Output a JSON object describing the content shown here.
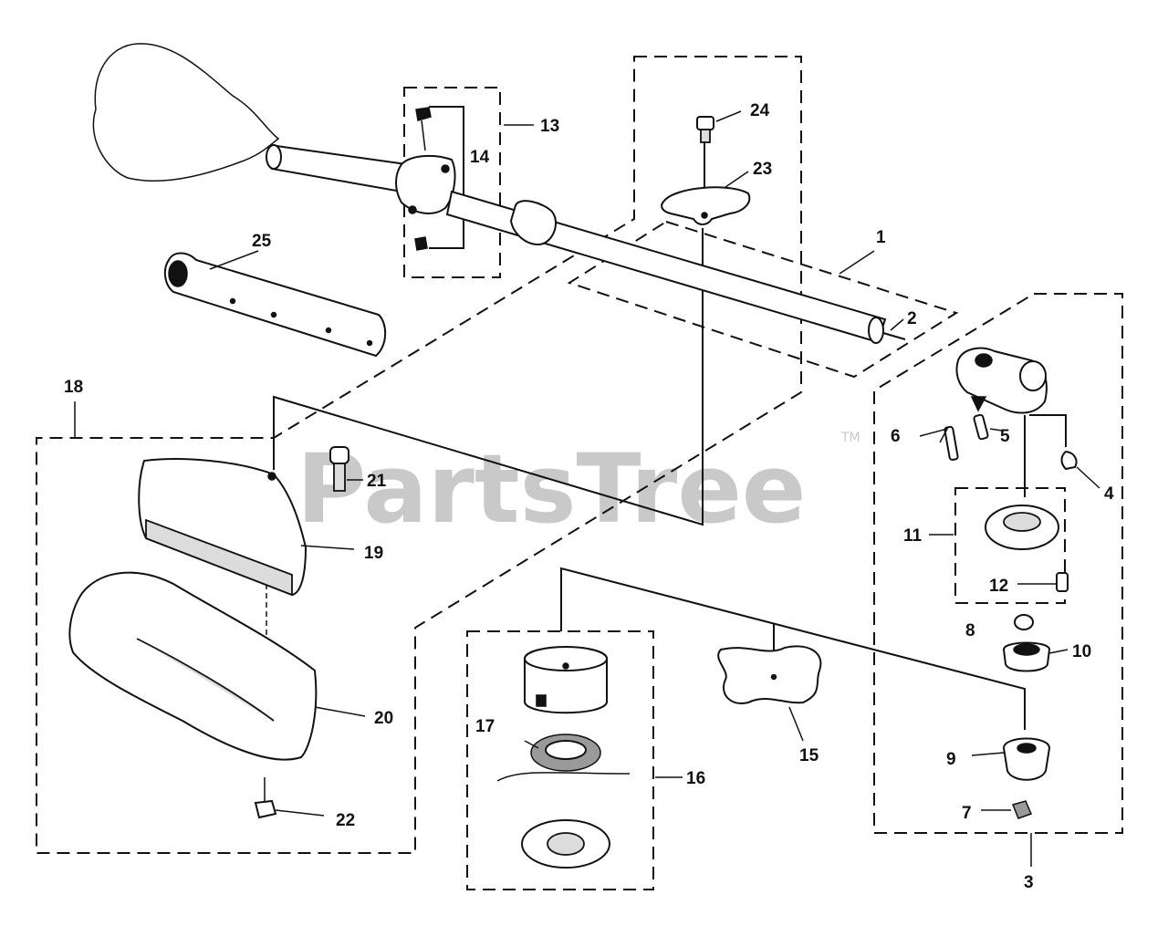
{
  "watermark": {
    "text": "PartsTree",
    "trademark": "TM"
  },
  "callouts": [
    "1",
    "2",
    "3",
    "4",
    "5",
    "6",
    "7",
    "8",
    "9",
    "10",
    "11",
    "12",
    "13",
    "14",
    "15",
    "16",
    "17",
    "18",
    "19",
    "20",
    "21",
    "22",
    "23",
    "24",
    "25"
  ],
  "colors": {
    "line": "#111111",
    "watermark": "#c9c9c9",
    "background": "#ffffff"
  }
}
